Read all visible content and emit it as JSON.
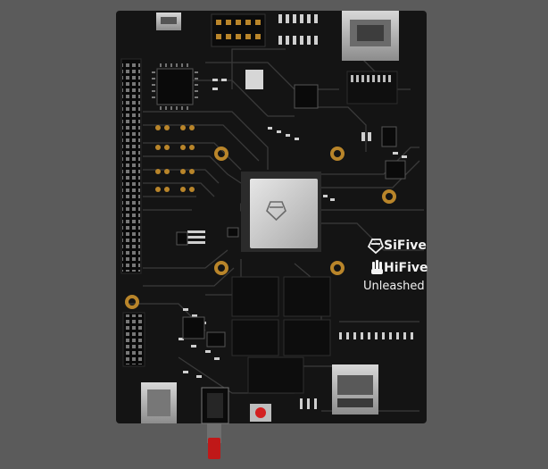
{
  "photo": {
    "background_color": "#5b5b5b",
    "board_color": "#141414",
    "trace_color": "#3a3a3a",
    "pad_color": "#b9852a",
    "silkscreen": {
      "brand": "SiFive",
      "model": "HiFive",
      "variant": "Unleashed"
    },
    "icons": [
      "sifive-logo-icon",
      "hifive-hand-icon",
      "soc-chip-logo-icon"
    ]
  }
}
